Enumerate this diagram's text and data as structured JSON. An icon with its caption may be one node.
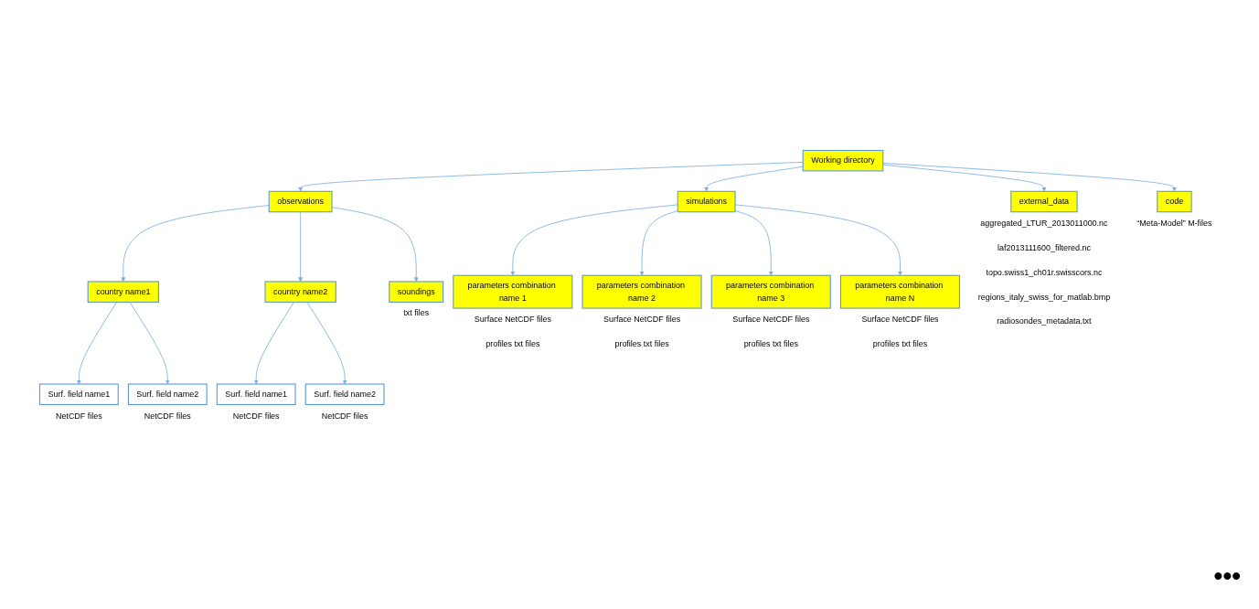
{
  "diagram": {
    "nodes": [
      {
        "text": [
          "Working directory"
        ]
      },
      {
        "text": [
          "observations"
        ]
      },
      {
        "text": [
          "simulations"
        ]
      },
      {
        "text": [
          "external_data"
        ],
        "beside": [
          "aggregated_LTUR_2013011000.nc",
          "laf2013111600_filtered.nc",
          "topo.swiss1_ch01r.swisscors.nc",
          "regions_italy_swiss_for_matlab.bmp",
          "radiosondes_metadata.txt"
        ]
      },
      {
        "text": [
          "code"
        ],
        "beside": [
          "“Meta-Model” M-files"
        ]
      },
      {
        "text": [
          "country name1"
        ]
      },
      {
        "text": [
          "country name2"
        ]
      },
      {
        "text": [
          "soundings"
        ],
        "beside": [
          "txt files"
        ]
      },
      {
        "text": [
          "Surf. field name1"
        ],
        "beside": [
          "NetCDF files"
        ]
      },
      {
        "text": [
          "Surf. field name2"
        ],
        "beside": [
          "NetCDF files"
        ]
      },
      {
        "text": [
          "Surf. field name1"
        ],
        "beside": [
          "NetCDF files"
        ]
      },
      {
        "text": [
          "Surf. field name2"
        ],
        "beside": [
          "NetCDF files"
        ]
      },
      {
        "text": [
          "parameters combination name 1"
        ],
        "beside": [
          "Surface NetCDF files",
          "profiles txt files"
        ]
      },
      {
        "text": [
          "parameters combination name 2"
        ],
        "beside": [
          "Surface NetCDF files",
          "profiles txt files"
        ]
      },
      {
        "text": [
          "parameters combination name 3"
        ],
        "beside": [
          "Surface NetCDF files",
          "profiles txt files"
        ]
      },
      {
        "text": [
          "parameters combination name N"
        ],
        "beside": [
          "Surface NetCDF files",
          "profiles txt files"
        ]
      }
    ],
    "edges": [
      {
        "from": 0,
        "to": 1,
        "arrow": "to"
      },
      {
        "from": 0,
        "to": 2,
        "arrow": "to"
      },
      {
        "from": 0,
        "to": 3,
        "arrow": "to"
      },
      {
        "from": 0,
        "to": 4,
        "arrow": "to"
      },
      {
        "from": 1,
        "to": 5,
        "arrow": "to"
      },
      {
        "from": 1,
        "to": 6,
        "arrow": "to"
      },
      {
        "from": 1,
        "to": 7,
        "arrow": "to"
      },
      {
        "from": 5,
        "to": 8,
        "arrow": "to"
      },
      {
        "from": 5,
        "to": 9,
        "arrow": "to"
      },
      {
        "from": 6,
        "to": 10,
        "arrow": "to"
      },
      {
        "from": 6,
        "to": 11,
        "arrow": "to"
      },
      {
        "from": 2,
        "to": 12,
        "arrow": "to"
      },
      {
        "from": 2,
        "to": 13,
        "arrow": "to"
      },
      {
        "from": 2,
        "to": 14,
        "arrow": "to"
      },
      {
        "from": 2,
        "to": 15,
        "arrow": "to"
      }
    ],
    "labels": [
      "•••"
    ]
  }
}
